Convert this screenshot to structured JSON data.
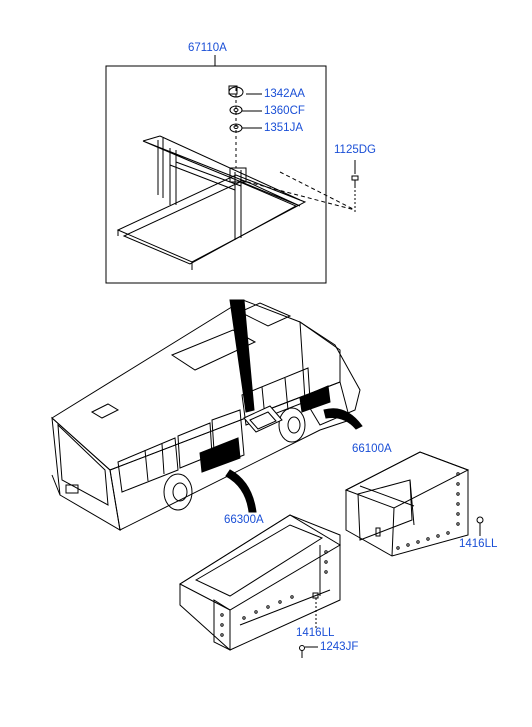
{
  "labels": {
    "frame_assembly": "67110A",
    "bolt_a": "1342AA",
    "nut_a": "1360CF",
    "washer_a": "1351JA",
    "bolt_b": "1125DG",
    "box_right": "66100A",
    "clip_right": "1416LL",
    "box_left": "66300A",
    "clip_left": "1416LL",
    "screw": "1243JF"
  },
  "colors": {
    "label_text": "#1a4fd6",
    "line": "#000000",
    "background": "#ffffff"
  }
}
